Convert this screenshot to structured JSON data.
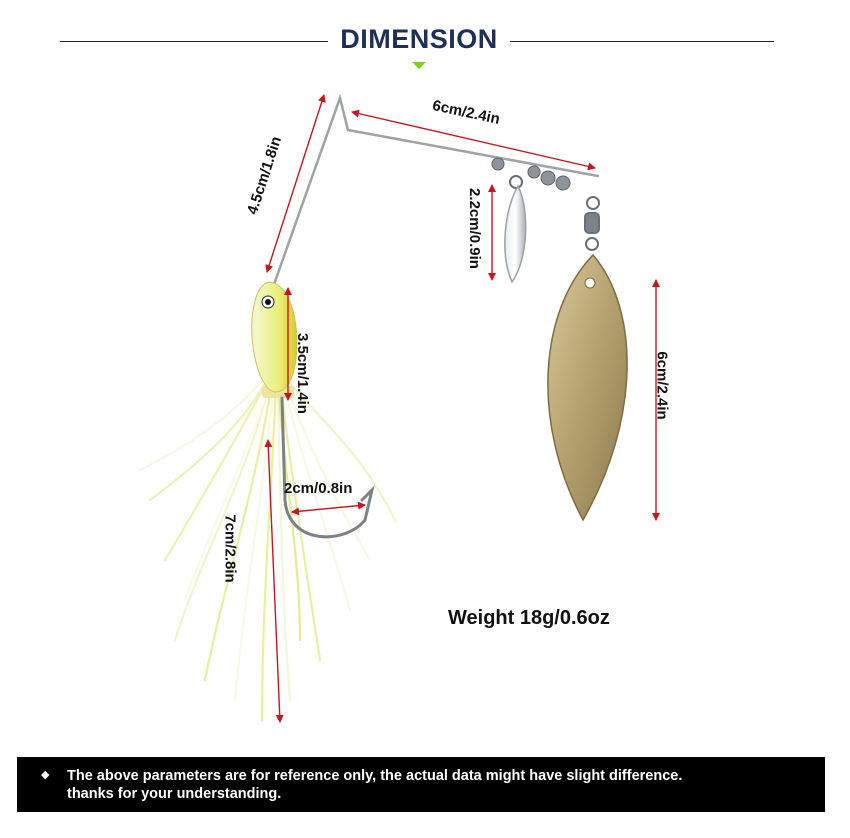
{
  "header": {
    "title": "DIMENSION"
  },
  "dimensions": {
    "arm_length": "6cm/2.4in",
    "wire_height": "4.5cm/1.8in",
    "small_blade": "2.2cm/0.9in",
    "large_blade": "6cm/2.4in",
    "head_length": "3.5cm/1.4in",
    "hook_gap": "2cm/0.8in",
    "skirt_length": "7cm/2.8in"
  },
  "weight": {
    "text": "Weight  18g/0.6oz"
  },
  "footer": {
    "bullet_icon": "diamond-icon",
    "line1": "The above parameters are for reference only, the actual data might have slight difference.",
    "line2": "thanks for your understanding."
  },
  "colors": {
    "title": "#1f2f57",
    "accent_caret": "#7cd11a",
    "dimension_arrow": "#c8161d",
    "footer_bg": "#000000",
    "blade_gold": "#b8a472"
  }
}
